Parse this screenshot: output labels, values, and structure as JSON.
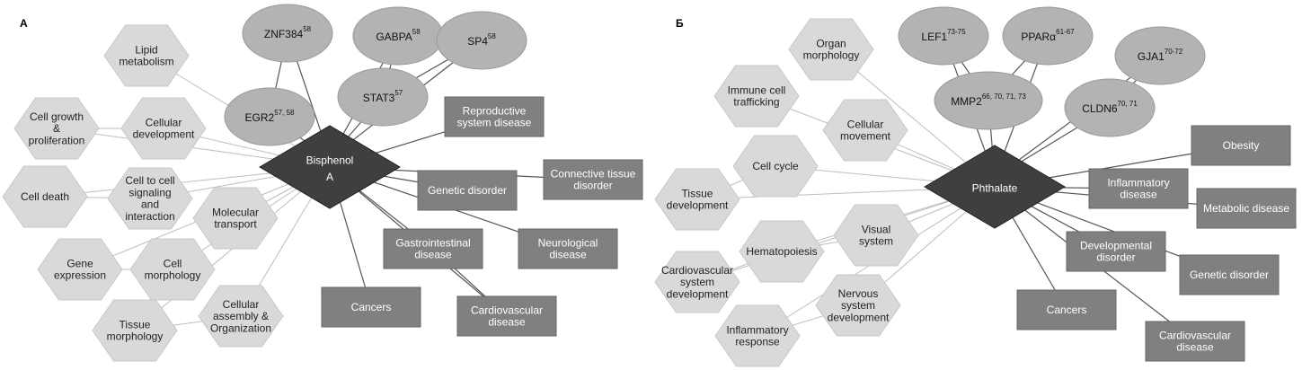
{
  "panels": [
    {
      "letter": "А",
      "hub": [
        "Bisphenol",
        "A"
      ],
      "genes": [
        {
          "label": "ZNF384",
          "sup": "58"
        },
        {
          "label": "GABPA",
          "sup": "58"
        },
        {
          "label": "SP4",
          "sup": "58"
        },
        {
          "label": "EGR2",
          "sup": "57, 58"
        },
        {
          "label": "STAT3",
          "sup": "57"
        }
      ],
      "diseases": [
        [
          "Reproductive",
          "system disease"
        ],
        [
          "Connective tissue",
          "disorder"
        ],
        [
          "Genetic disorder"
        ],
        [
          "Gastrointestinal",
          "disease"
        ],
        [
          "Neurological",
          "disease"
        ],
        [
          "Cancers"
        ],
        [
          "Cardiovascular",
          "disease"
        ]
      ],
      "functions": [
        [
          "Lipid",
          "metabolism"
        ],
        [
          "Cell growth",
          "&",
          "proliferation"
        ],
        [
          "Cellular",
          "development"
        ],
        [
          "Cell death"
        ],
        [
          "Cell to cell",
          "signaling",
          "and",
          "interaction"
        ],
        [
          "Molecular",
          "transport"
        ],
        [
          "Gene",
          "expression"
        ],
        [
          "Cell",
          "morphology"
        ],
        [
          "Tissue",
          "morphology"
        ],
        [
          "Cellular",
          "assembly &",
          "Organization"
        ]
      ]
    },
    {
      "letter": "Б",
      "hub": [
        "Phthalate"
      ],
      "genes": [
        {
          "label": "LEF1",
          "sup": "73-75"
        },
        {
          "label": "PPARα",
          "sup": "61-67"
        },
        {
          "label": "GJA1",
          "sup": "70-72"
        },
        {
          "label": "MMP2",
          "sup": "66, 70, 71, 73"
        },
        {
          "label": "CLDN6",
          "sup": "70, 71"
        }
      ],
      "diseases": [
        [
          "Obesity"
        ],
        [
          "Inflammatory",
          "disease"
        ],
        [
          "Metabolic disease"
        ],
        [
          "Developmental",
          "disorder"
        ],
        [
          "Genetic disorder"
        ],
        [
          "Cancers"
        ],
        [
          "Cardiovascular",
          "disease"
        ]
      ],
      "functions": [
        [
          "Organ",
          "morphology"
        ],
        [
          "Immune cell",
          "trafficking"
        ],
        [
          "Cellular",
          "movement"
        ],
        [
          "Cell cycle"
        ],
        [
          "Tissue",
          "development"
        ],
        [
          "Visual",
          "system"
        ],
        [
          "Hematopoiesis"
        ],
        [
          "Cardiovascular",
          "system",
          "development"
        ],
        [
          "Nervous",
          "system",
          "development"
        ],
        [
          "Inflammatory",
          "response"
        ]
      ]
    }
  ],
  "colors": {
    "hub": "#3f3f3f",
    "gene": "#b3b3b3",
    "disease": "#808080",
    "function": "#d9d9d9"
  }
}
